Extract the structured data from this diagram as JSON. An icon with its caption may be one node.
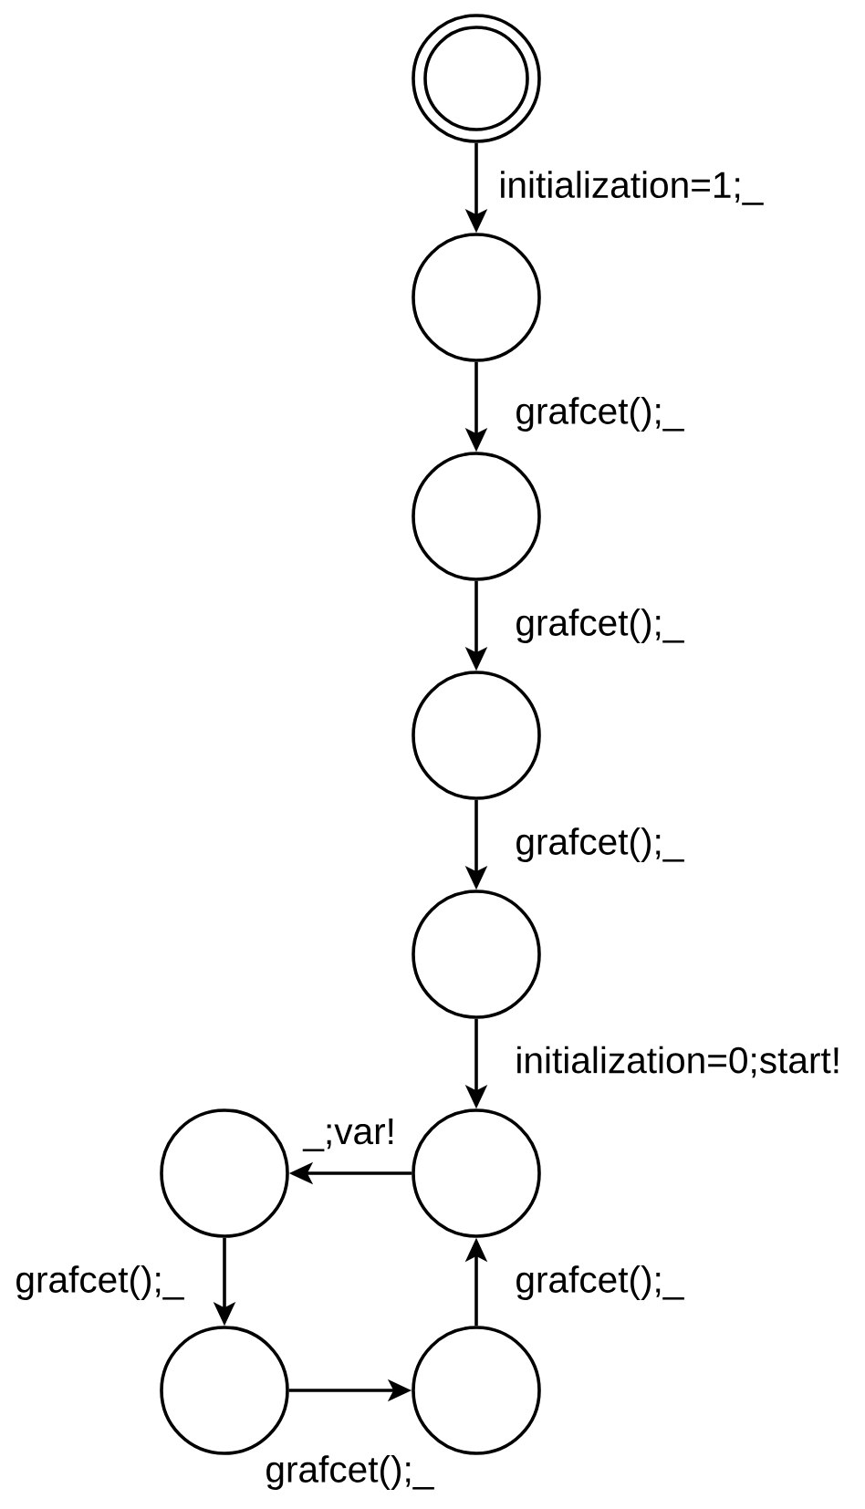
{
  "diagram": {
    "nodes": [
      {
        "text": [],
        "shape": "double-circle"
      },
      {
        "text": [],
        "shape": "circle"
      },
      {
        "text": [],
        "shape": "circle"
      },
      {
        "text": [],
        "shape": "circle"
      },
      {
        "text": [],
        "shape": "circle"
      },
      {
        "text": [],
        "shape": "circle"
      },
      {
        "text": [],
        "shape": "circle"
      },
      {
        "text": [],
        "shape": "circle"
      },
      {
        "text": [],
        "shape": "circle"
      }
    ],
    "edges": [
      {
        "from": 0,
        "to": 1,
        "arrow": "to",
        "label": "initialization=1;_"
      },
      {
        "from": 1,
        "to": 2,
        "arrow": "to",
        "label": "grafcet();_"
      },
      {
        "from": 2,
        "to": 3,
        "arrow": "to",
        "label": "grafcet();_"
      },
      {
        "from": 3,
        "to": 4,
        "arrow": "to",
        "label": "grafcet();_"
      },
      {
        "from": 4,
        "to": 5,
        "arrow": "to",
        "label": "initialization=0;start!"
      },
      {
        "from": 5,
        "to": 6,
        "arrow": "to",
        "label": "_;var!"
      },
      {
        "from": 6,
        "to": 7,
        "arrow": "to",
        "label": "grafcet();_"
      },
      {
        "from": 7,
        "to": 8,
        "arrow": "to",
        "label": "grafcet();_"
      },
      {
        "from": 8,
        "to": 5,
        "arrow": "to",
        "label": "grafcet();_"
      }
    ]
  }
}
